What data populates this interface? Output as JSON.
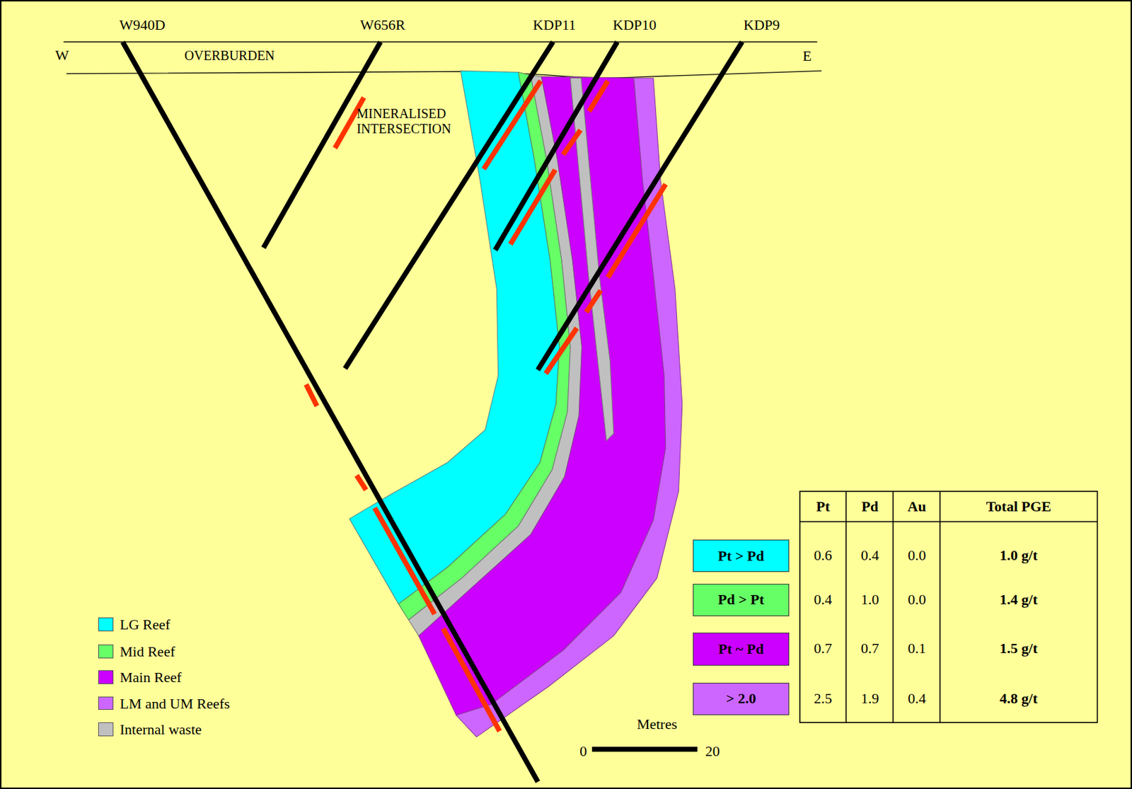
{
  "diagram": {
    "nodes": [
      {
        "text": [
          "Pt > Pd"
        ]
      },
      {
        "text": [
          "Pd > Pt"
        ]
      },
      {
        "text": [
          "Pt ~ Pd"
        ]
      },
      {
        "text": [
          "> 2.0"
        ]
      }
    ],
    "labels": [
      "W940D",
      "W656R",
      "KDP11",
      "KDP10",
      "KDP9",
      "W",
      "OVERBURDEN",
      "E",
      "MINERALISED INTERSECTION",
      "Pt",
      "Pd",
      "Au",
      "Total PGE",
      "0.6",
      "0.4",
      "0.0",
      "1.0 g/t",
      "0.4",
      "1.0",
      "0.0",
      "1.4 g/t",
      "0.7",
      "0.7",
      "0.1",
      "1.5 g/t",
      "2.5",
      "1.9",
      "0.4",
      "4.8 g/t",
      "Metres",
      "0",
      "20"
    ],
    "legend": [
      {
        "text": "LG Reef",
        "color": "#00FFFF"
      },
      {
        "text": "Mid Reef",
        "color": "#66FF66"
      },
      {
        "text": "Main Reef",
        "color": "#CC00FF"
      },
      {
        "text": "LM and UM Reefs",
        "color": "#CC66FF"
      },
      {
        "text": "Internal waste",
        "color": "#C0C0C0"
      }
    ]
  }
}
